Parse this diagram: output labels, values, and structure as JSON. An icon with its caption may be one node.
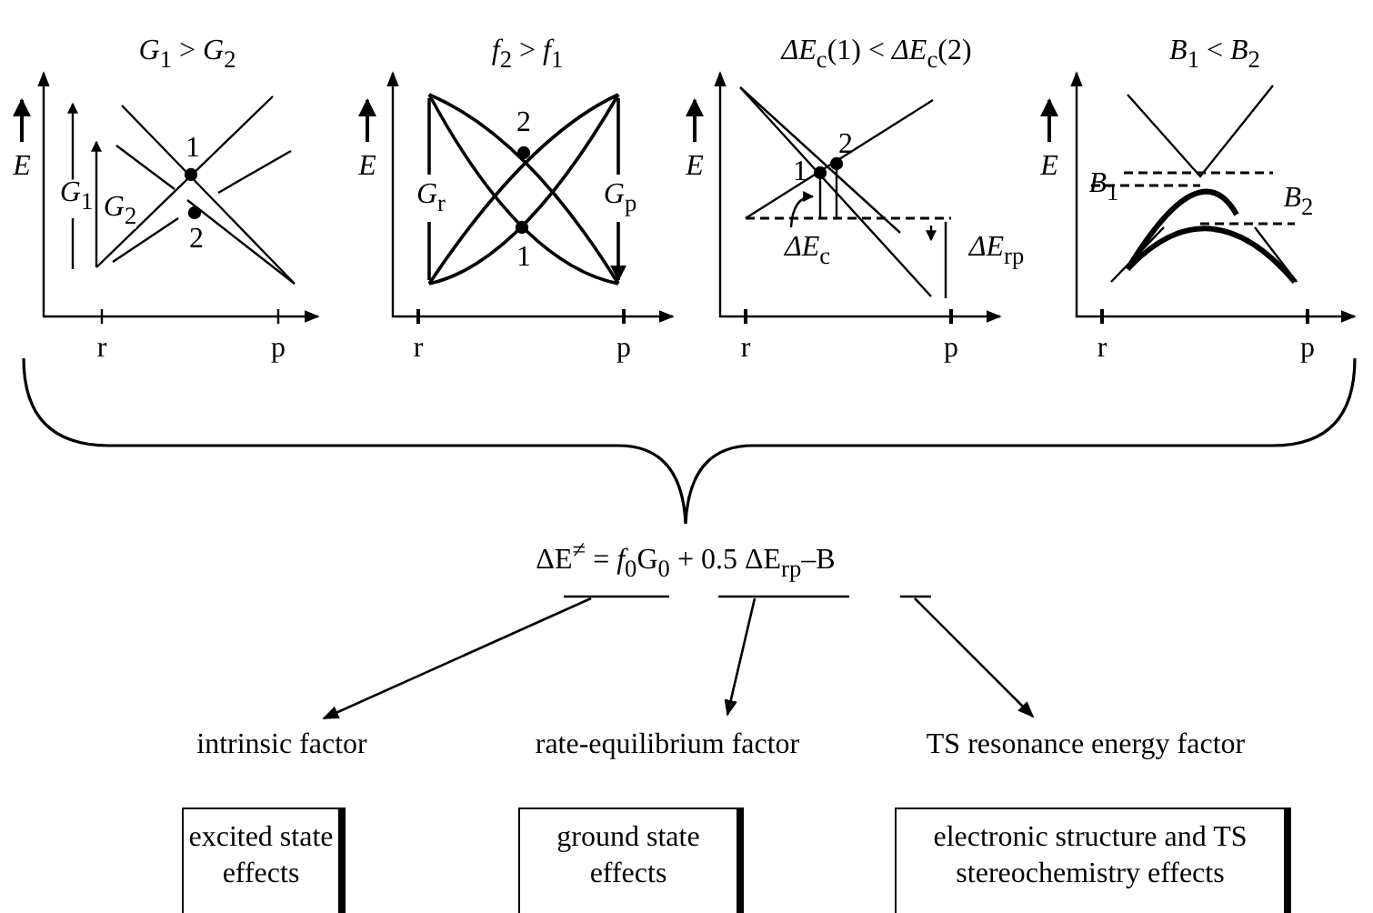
{
  "diagram": {
    "nodes": [
      {
        "text": [
          "ΔE$^{≠}$ = *f*$_{0}$G$_{0}$ + 0.5 ΔE$_{rp}$–B"
        ]
      },
      {
        "text": [
          "intrinsic factor"
        ]
      },
      {
        "text": [
          "rate-equilibrium factor"
        ]
      },
      {
        "text": [
          "TS resonance energy factor"
        ]
      },
      {
        "text": [
          "excited state effects"
        ]
      },
      {
        "text": [
          "ground state effects"
        ]
      },
      {
        "text": [
          "electronic structure and TS stereochemistry effects"
        ]
      }
    ],
    "edges": [
      {
        "from": 0,
        "to": 1,
        "arrow": "to"
      },
      {
        "from": 0,
        "to": 2,
        "arrow": "to"
      },
      {
        "from": 0,
        "to": 3,
        "arrow": "to"
      }
    ],
    "labels": [
      "*G*$_{1}$ > *G*$_{2}$",
      "*E*",
      "*G*$_{1}$",
      "*G*$_{2}$",
      "1",
      "2",
      "r",
      "p",
      "*f*$_{2}$ > *f*$_{1}$",
      "*E*",
      "2",
      "*G*$_{r}$",
      "*G*$_{p}$",
      "1",
      "r",
      "p",
      "*ΔE*$_{c}$(1) < *ΔE*$_{c}$(2)",
      "*E*",
      "2",
      "1",
      "*ΔE*$_{c}$",
      "*ΔE*$_{rp}$",
      "r",
      "p",
      "*B*$_{1}$ < *B*$_{2}$",
      "*E*",
      "*B*$_{1}$",
      "*B*$_{2}$",
      "r",
      "p"
    ]
  }
}
